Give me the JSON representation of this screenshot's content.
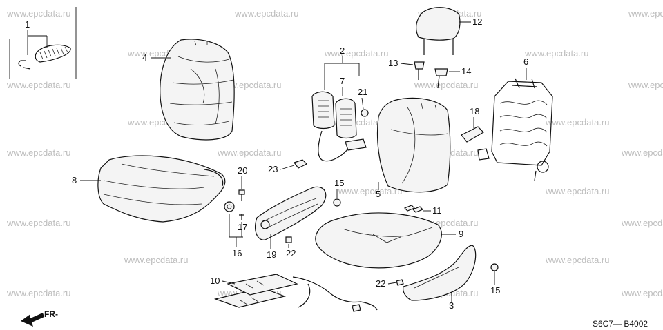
{
  "watermark": "www.epcdata.ru",
  "diagram_code": "S6C7— B4002",
  "front_indicator": "FR-",
  "callouts": [
    {
      "id": "c1",
      "label": "1"
    },
    {
      "id": "c2",
      "label": "2"
    },
    {
      "id": "c3",
      "label": "3"
    },
    {
      "id": "c4",
      "label": "4"
    },
    {
      "id": "c5",
      "label": "5"
    },
    {
      "id": "c6",
      "label": "6"
    },
    {
      "id": "c7",
      "label": "7"
    },
    {
      "id": "c8",
      "label": "8"
    },
    {
      "id": "c9",
      "label": "9"
    },
    {
      "id": "c10",
      "label": "10"
    },
    {
      "id": "c11",
      "label": "11"
    },
    {
      "id": "c12",
      "label": "12"
    },
    {
      "id": "c13",
      "label": "13"
    },
    {
      "id": "c14",
      "label": "14"
    },
    {
      "id": "c15a",
      "label": "15"
    },
    {
      "id": "c15b",
      "label": "15"
    },
    {
      "id": "c16",
      "label": "16"
    },
    {
      "id": "c17",
      "label": "17"
    },
    {
      "id": "c18",
      "label": "18"
    },
    {
      "id": "c19",
      "label": "19"
    },
    {
      "id": "c20",
      "label": "20"
    },
    {
      "id": "c21",
      "label": "21"
    },
    {
      "id": "c22a",
      "label": "22"
    },
    {
      "id": "c22b",
      "label": "22"
    },
    {
      "id": "c23",
      "label": "23"
    }
  ]
}
